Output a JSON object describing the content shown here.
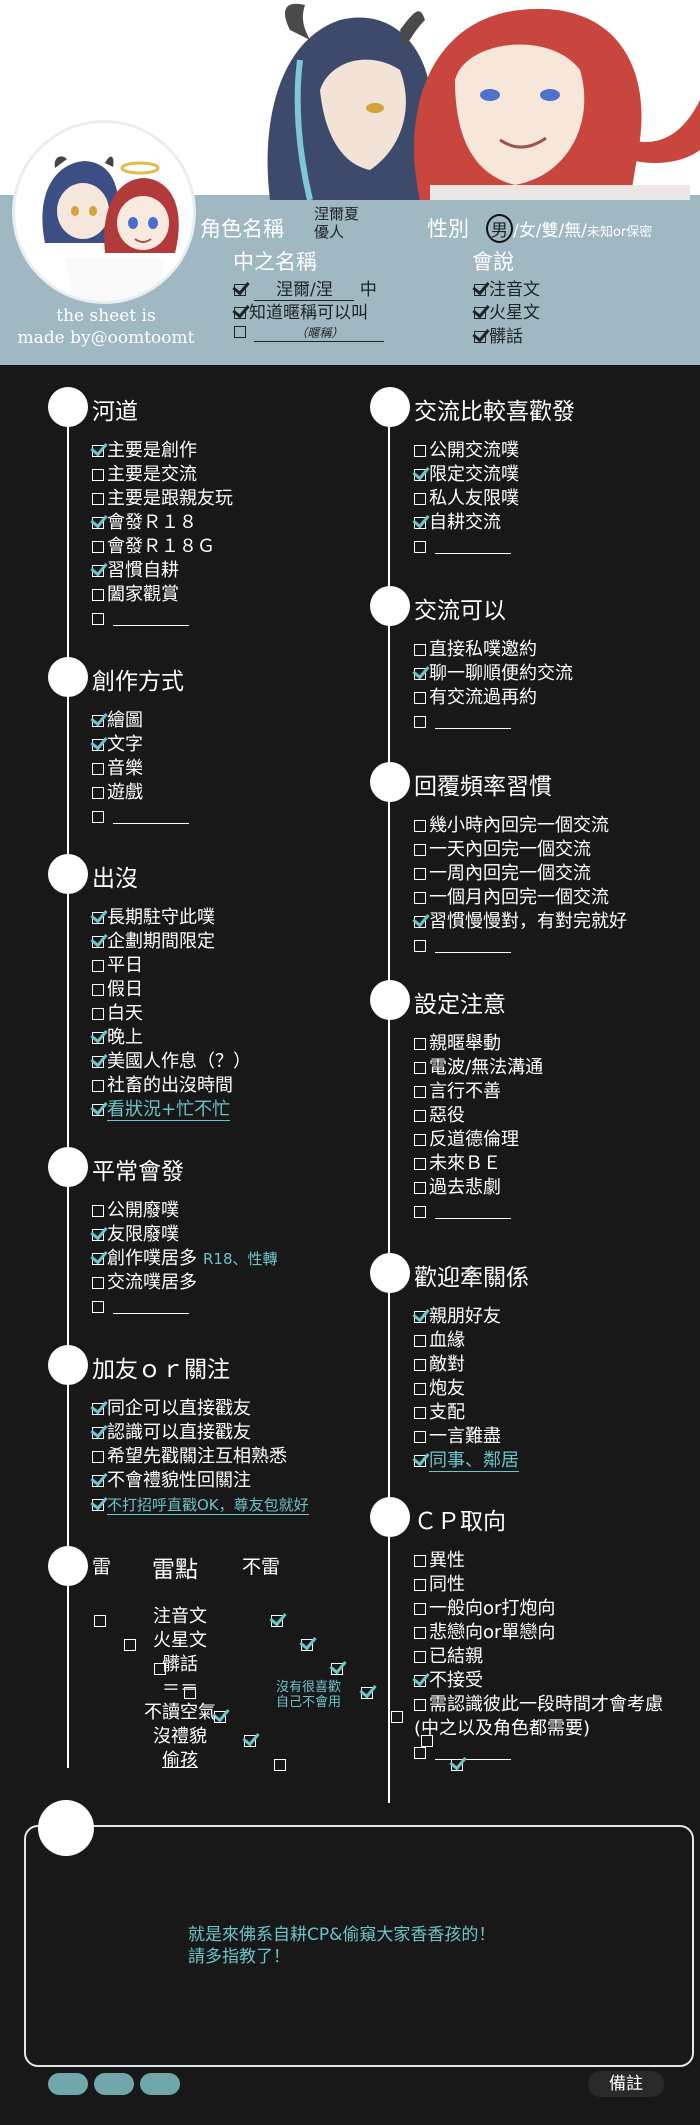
{
  "header": {
    "role_name_label": "角色名稱",
    "role_names": [
      "涅爾夏",
      "優人"
    ],
    "gender_label": "性別",
    "gender_options": [
      "男",
      "女",
      "雙",
      "無",
      "未知or保密"
    ],
    "gender_separator": "/",
    "nickname_label": "中之名稱",
    "nickname_lines": [
      {
        "checked": true,
        "filled": "涅爾/涅",
        "suffix": "中"
      },
      {
        "checked": true,
        "text": "知道暱稱可以叫"
      },
      {
        "checked": false,
        "filled": "（暱稱）"
      }
    ],
    "can_say_label": "會說",
    "can_say": [
      {
        "checked": true,
        "text": "注音文"
      },
      {
        "checked": true,
        "text": "火星文"
      },
      {
        "checked": true,
        "text": "髒話"
      }
    ],
    "credit": [
      "the sheet is",
      "made by@oomtoomt"
    ]
  },
  "left": [
    {
      "title": "河道",
      "items": [
        {
          "c": true,
          "t": "主要是創作"
        },
        {
          "c": false,
          "t": "主要是交流"
        },
        {
          "c": false,
          "t": "主要是跟親友玩"
        },
        {
          "c": true,
          "t": "會發Ｒ１８"
        },
        {
          "c": false,
          "t": "會發Ｒ１８Ｇ"
        },
        {
          "c": true,
          "t": "習慣自耕"
        },
        {
          "c": false,
          "t": "闔家觀賞"
        },
        {
          "c": false,
          "t": "",
          "blank": true
        }
      ]
    },
    {
      "title": "創作方式",
      "items": [
        {
          "c": true,
          "t": "繪圖"
        },
        {
          "c": true,
          "t": "文字"
        },
        {
          "c": false,
          "t": "音樂"
        },
        {
          "c": false,
          "t": "遊戲"
        },
        {
          "c": false,
          "t": "",
          "blank": true
        }
      ]
    },
    {
      "title": "出沒",
      "items": [
        {
          "c": true,
          "t": "長期駐守此噗"
        },
        {
          "c": true,
          "t": "企劃期間限定"
        },
        {
          "c": false,
          "t": "平日"
        },
        {
          "c": false,
          "t": "假日"
        },
        {
          "c": false,
          "t": "白天"
        },
        {
          "c": true,
          "t": "晚上"
        },
        {
          "c": true,
          "t": "美國人作息（？）"
        },
        {
          "c": false,
          "t": "社畜的出沒時間"
        },
        {
          "c": true,
          "t": "看狀況+忙不忙",
          "teal": true
        }
      ]
    },
    {
      "title": "平常會發",
      "items": [
        {
          "c": false,
          "t": "公開廢噗"
        },
        {
          "c": true,
          "t": "友限廢噗"
        },
        {
          "c": true,
          "t": "創作噗居多",
          "extra": "R18、性轉"
        },
        {
          "c": false,
          "t": "交流噗居多"
        },
        {
          "c": false,
          "t": "",
          "blank": true
        }
      ]
    },
    {
      "title": "加友ｏｒ關注",
      "items": [
        {
          "c": true,
          "t": "同企可以直接戳友"
        },
        {
          "c": true,
          "t": "認識可以直接戳友"
        },
        {
          "c": false,
          "t": "希望先戳關注互相熟悉"
        },
        {
          "c": true,
          "t": "不會禮貌性回關注"
        },
        {
          "c": true,
          "t": "不打招呼直戳OK，尊友包就好",
          "teal": true,
          "small": true
        }
      ]
    }
  ],
  "thunder": {
    "col_thunder": "雷",
    "col_point": "雷點",
    "col_not": "不雷",
    "rows": [
      {
        "t": "注音文",
        "thunder": false,
        "not": true
      },
      {
        "t": "火星文",
        "thunder": false,
        "not": true
      },
      {
        "t": "髒話",
        "thunder": false,
        "not": true
      },
      {
        "t": "＝＝",
        "thunder": false,
        "not": true
      },
      {
        "t": "不讀空氣",
        "thunder": true,
        "not": false
      },
      {
        "t": "沒禮貌",
        "thunder": true,
        "not": false
      },
      {
        "t": "偷孩",
        "thunder": false,
        "not": true,
        "teal": true
      }
    ],
    "note": [
      "沒有很喜歡",
      "自己不會用"
    ]
  },
  "right": [
    {
      "title": "交流比較喜歡發",
      "items": [
        {
          "c": false,
          "t": "公開交流噗"
        },
        {
          "c": true,
          "t": "限定交流噗"
        },
        {
          "c": false,
          "t": "私人友限噗"
        },
        {
          "c": true,
          "t": "自耕交流"
        },
        {
          "c": false,
          "t": "",
          "blank": true
        }
      ]
    },
    {
      "title": "交流可以",
      "items": [
        {
          "c": false,
          "t": "直接私噗邀約"
        },
        {
          "c": true,
          "t": "聊一聊順便約交流"
        },
        {
          "c": false,
          "t": "有交流過再約"
        },
        {
          "c": false,
          "t": "",
          "blank": true
        }
      ]
    },
    {
      "title": "回覆頻率習慣",
      "items": [
        {
          "c": false,
          "t": "幾小時內回完一個交流"
        },
        {
          "c": false,
          "t": "一天內回完一個交流"
        },
        {
          "c": false,
          "t": "一周內回完一個交流"
        },
        {
          "c": false,
          "t": "一個月內回完一個交流"
        },
        {
          "c": true,
          "t": "習慣慢慢對，有對完就好"
        },
        {
          "c": false,
          "t": "",
          "blank": true
        }
      ]
    },
    {
      "title": "設定注意",
      "items": [
        {
          "c": false,
          "t": "親暱舉動"
        },
        {
          "c": false,
          "t": "電波/無法溝通"
        },
        {
          "c": false,
          "t": "言行不善"
        },
        {
          "c": false,
          "t": "惡役"
        },
        {
          "c": false,
          "t": "反道德倫理"
        },
        {
          "c": false,
          "t": "未來ＢＥ"
        },
        {
          "c": false,
          "t": "過去悲劇"
        },
        {
          "c": false,
          "t": "",
          "blank": true
        }
      ]
    },
    {
      "title": "歡迎牽關係",
      "items": [
        {
          "c": true,
          "t": "親朋好友"
        },
        {
          "c": false,
          "t": "血緣"
        },
        {
          "c": false,
          "t": "敵對"
        },
        {
          "c": false,
          "t": "炮友"
        },
        {
          "c": false,
          "t": "支配"
        },
        {
          "c": false,
          "t": "一言難盡"
        },
        {
          "c": true,
          "t": "同事、鄰居",
          "teal": true
        }
      ]
    },
    {
      "title": "ＣＰ取向",
      "items": [
        {
          "c": false,
          "t": "異性"
        },
        {
          "c": false,
          "t": "同性"
        },
        {
          "c": false,
          "t": "一般向or打炮向"
        },
        {
          "c": false,
          "t": "悲戀向or單戀向"
        },
        {
          "c": false,
          "t": "已結親"
        },
        {
          "c": true,
          "t": "不接受"
        },
        {
          "c": false,
          "t": "需認識彼此一段時間才會考慮"
        },
        {
          "c": null,
          "t": "(中之以及角色都需要)"
        },
        {
          "c": false,
          "t": "",
          "blank": true
        }
      ]
    }
  ],
  "notes": {
    "lines": [
      "就是來佛系自耕CP&偷窺大家香香孩的！",
      "請多指教了！"
    ],
    "footer_label": "備註"
  },
  "colors": {
    "teal": "#6cc3c9",
    "band": "#9fb8c2",
    "bg": "#181818"
  }
}
